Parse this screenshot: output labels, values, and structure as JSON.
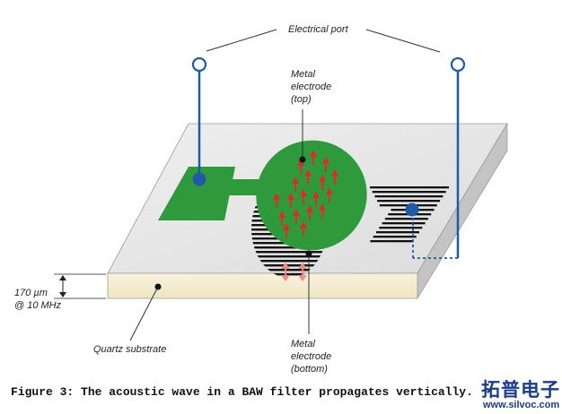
{
  "labels": {
    "electrical_port": "Electrical port",
    "top_electrode": [
      "Metal",
      "electrode",
      "(top)"
    ],
    "bottom_electrode": [
      "Metal",
      "electrode",
      "(bottom)"
    ],
    "thickness": [
      "170 µm",
      "@ 10 MHz"
    ],
    "substrate": "Quartz substrate"
  },
  "caption": "Figure 3: The acoustic wave in a BAW filter propagates vertically.",
  "watermark": {
    "name": "拓普电子",
    "url": "www.silvoc.com"
  },
  "colors": {
    "substrate_top": "#e8e8e8",
    "substrate_side": "#c4c4c4",
    "substrate_front": "#f4eed4",
    "electrode": "#2e9a3c",
    "port_blue": "#1f5aa8",
    "arrow_red": "#e8262a",
    "arrow_pink": "#f08c82"
  }
}
